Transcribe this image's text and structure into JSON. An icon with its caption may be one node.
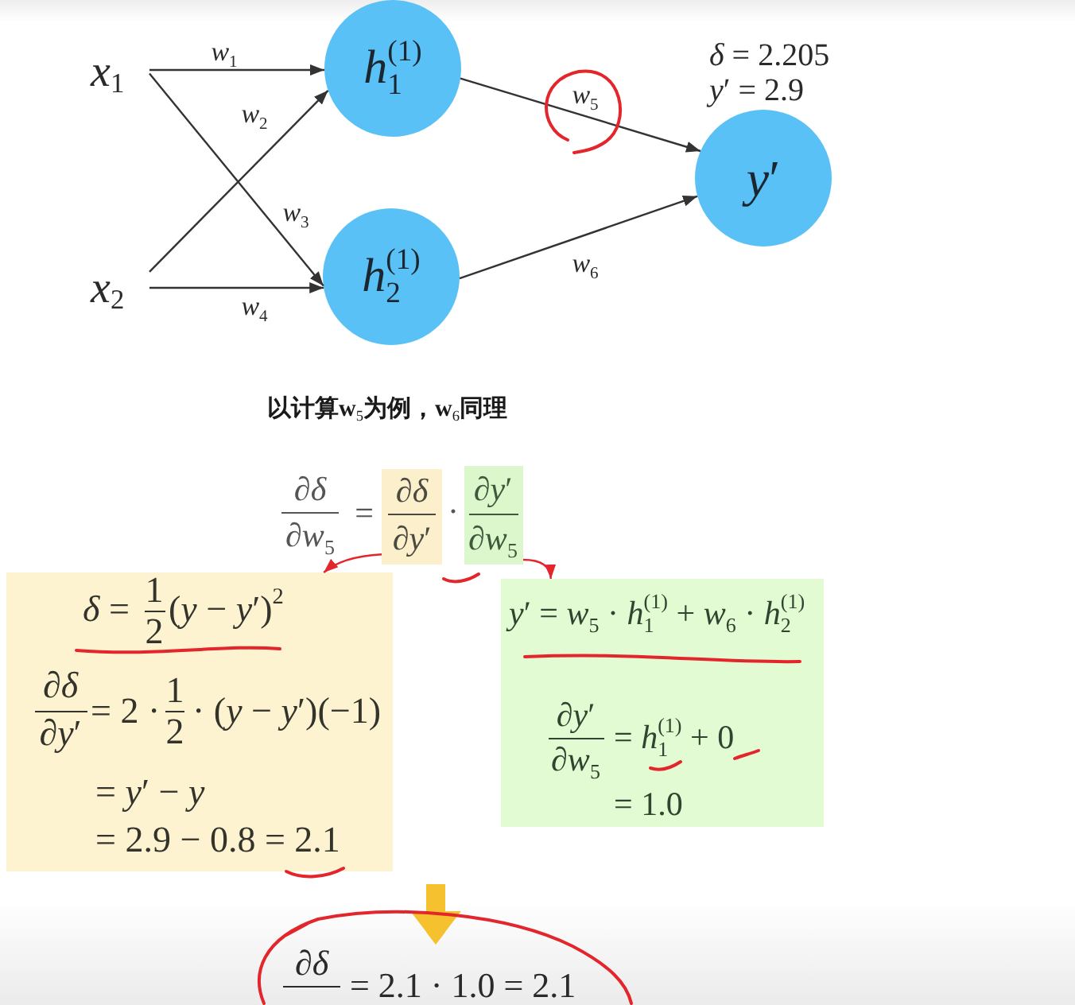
{
  "diagram": {
    "nodes": [
      {
        "text": [
          "*x*$_{1}$"
        ]
      },
      {
        "text": [
          "*x*$_{2}$"
        ]
      },
      {
        "text": [
          "*h*$^{(1)}$$_{1}$"
        ]
      },
      {
        "text": [
          "*h*$^{(1)}$$_{2}$"
        ]
      },
      {
        "text": [
          "*y*′"
        ],
        "beside": [
          "*δ* = 2.205",
          "*y*′ = 2.9"
        ]
      },
      {
        "text": [
          "∂*δ*",
          "∂*y*′"
        ]
      },
      {
        "text": [
          "∂*y*′",
          "∂*w*$_{5}$"
        ]
      },
      {
        "text": [
          "*δ* =",
          "1",
          "2",
          "(*y* − *y*′)$^{2}$",
          "∂*δ*",
          "∂*y*′",
          "= 2 ·",
          "1",
          "2",
          "· (*y* − *y*′)(−1)",
          "= *y*′ − *y*",
          "= 2.9 − 0.8 = 2.1"
        ]
      },
      {
        "text": [
          "*y*′ = *w*$_{5}$ · *h*$^{(1)}$$_{1}$ + *w*$_{6}$ · *h*$^{(1)}$$_{2}$",
          "∂*y*′",
          "∂*w*$_{5}$",
          "= *h*$^{(1)}$$_{1}$ + 0",
          "= 1.0"
        ]
      },
      {
        "text": [
          "∂*δ*",
          "= 2.1 · 1.0 = 2.1"
        ]
      }
    ],
    "edges": [
      {
        "from": 0,
        "to": 2,
        "arrow": "to",
        "label": "*w*$_{1}$"
      },
      {
        "from": 1,
        "to": 2,
        "arrow": "to",
        "label": "*w*$_{2}$"
      },
      {
        "from": 0,
        "to": 3,
        "arrow": "to",
        "label": "*w*$_{3}$"
      },
      {
        "from": 1,
        "to": 3,
        "arrow": "to",
        "label": "*w*$_{4}$"
      },
      {
        "from": 2,
        "to": 4,
        "arrow": "to",
        "label": "*w*$_{5}$"
      },
      {
        "from": 3,
        "to": 4,
        "arrow": "to",
        "label": "*w*$_{6}$"
      },
      {
        "from": 5,
        "to": 7,
        "arrow": "to",
        "color": "#e3262b"
      },
      {
        "from": 6,
        "to": 8,
        "arrow": "to",
        "color": "#e3262b"
      },
      {
        "from": null,
        "to": 9,
        "arrow": "to",
        "style": "thick",
        "color": "#f6c12f"
      }
    ],
    "labels": [
      "以计算w$_{5}$为例，w$_{6}$同理",
      "∂*δ*",
      "∂*w*$_{5}$",
      "=",
      "·"
    ]
  }
}
